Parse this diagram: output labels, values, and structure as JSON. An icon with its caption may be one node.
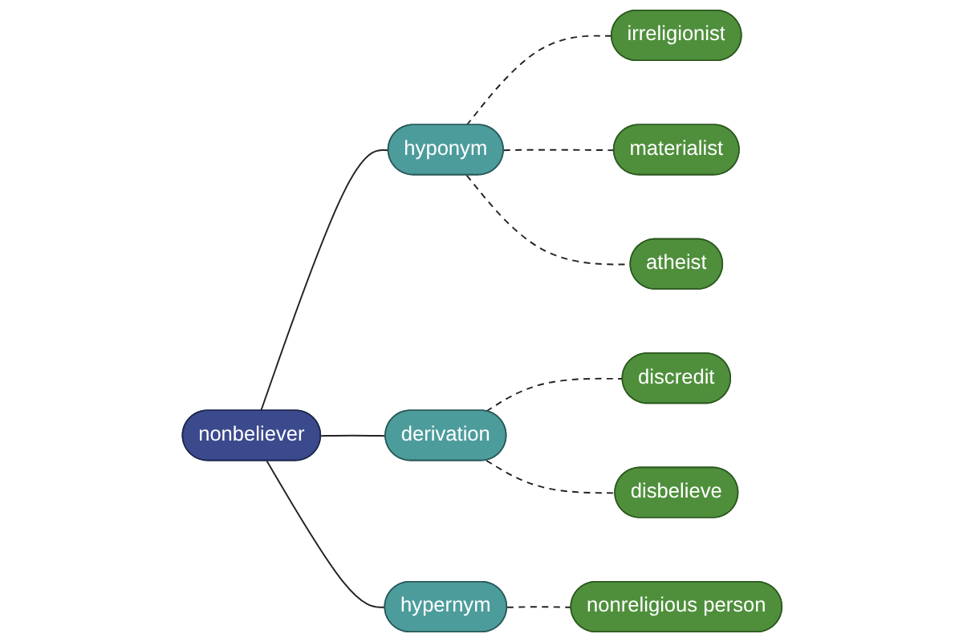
{
  "diagram": {
    "nodes": [
      {
        "text": [
          "irreligionist"
        ]
      },
      {
        "text": [
          "materialist"
        ]
      },
      {
        "text": [
          "hyponym"
        ]
      },
      {
        "text": [
          "atheist"
        ]
      },
      {
        "text": [
          "discredit"
        ]
      },
      {
        "text": [
          "derivation"
        ]
      },
      {
        "text": [
          "nonbeliever"
        ]
      },
      {
        "text": [
          "disbelieve"
        ]
      },
      {
        "text": [
          "hypernym"
        ]
      },
      {
        "text": [
          "nonreligious person"
        ]
      }
    ],
    "edges": [
      {
        "from": 6,
        "to": 2,
        "arrow": "none"
      },
      {
        "from": 6,
        "to": 5,
        "arrow": "none"
      },
      {
        "from": 6,
        "to": 8,
        "arrow": "none"
      },
      {
        "from": 2,
        "to": 0,
        "arrow": "none",
        "style": "dashed"
      },
      {
        "from": 2,
        "to": 1,
        "arrow": "none",
        "style": "dashed"
      },
      {
        "from": 2,
        "to": 3,
        "arrow": "none",
        "style": "dashed"
      },
      {
        "from": 5,
        "to": 4,
        "arrow": "none",
        "style": "dashed"
      },
      {
        "from": 5,
        "to": 7,
        "arrow": "none",
        "style": "dashed"
      },
      {
        "from": 8,
        "to": 9,
        "arrow": "none",
        "style": "dashed"
      }
    ]
  }
}
